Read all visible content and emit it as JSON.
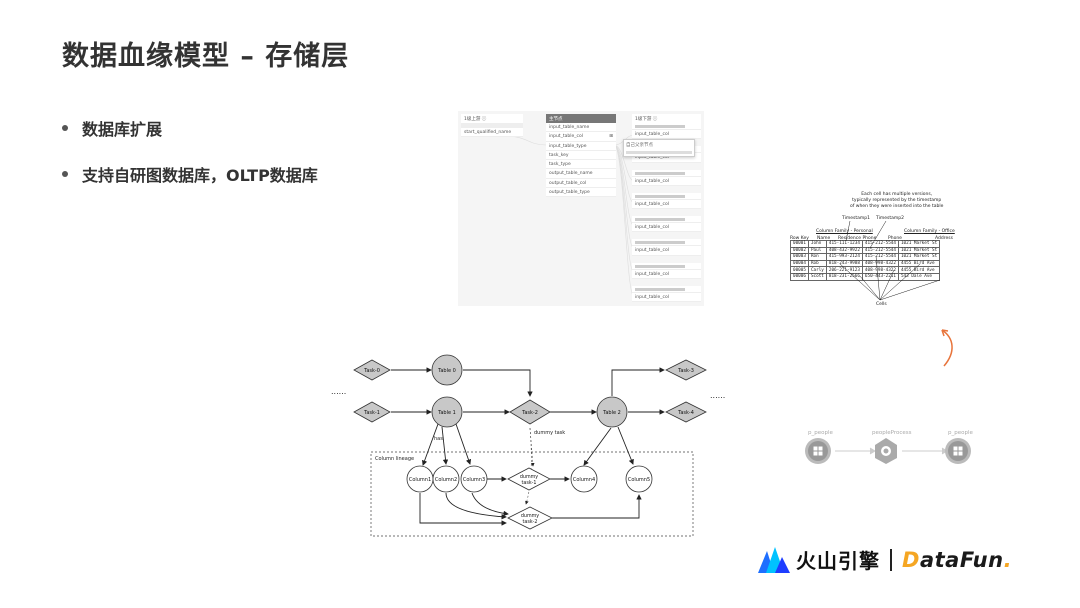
{
  "title": "数据血缘模型 – 存储层",
  "bullets": [
    "数据库扩展",
    "支持自研图数据库，OLTP数据库"
  ],
  "panel": {
    "left_col": {
      "header": "1级上游 ⓘ",
      "rows": [
        "start_qualified_name"
      ]
    },
    "center_col": {
      "header": "主节点",
      "rows": [
        "input_table_name",
        "input_table_col",
        "input_table_type",
        "task_key",
        "task_type",
        "output_table_name",
        "output_table_col",
        "output_table_type"
      ]
    },
    "right_col": {
      "header": "1级下游 ⓘ",
      "rows": [
        "input_table_col",
        "input_table_col",
        "input_table_col",
        "input_table_col",
        "input_table_col",
        "input_table_col",
        "input_table_col",
        "input_table_col"
      ],
      "tooltip": "自己父亲节点"
    }
  },
  "hbase": {
    "caption": "Each cell has multiple versions,\ntypically represented by the timestamp\nof when they were inserted into the table",
    "timestamp1": "Timestamp1",
    "timestamp2": "Timestamp2",
    "family1": "Column Family - Personal",
    "family2": "Column Family - Office",
    "headers": [
      "Row Key",
      "Name",
      "Residence Phone",
      "Phone",
      "Address"
    ],
    "rows": [
      [
        "00001",
        "John",
        "415-111-1234",
        "415-212-5544",
        "1021 Market St"
      ],
      [
        "00002",
        "Paul",
        "408-432-9922",
        "415-212-5544",
        "1021 Market St"
      ],
      [
        "00003",
        "Ron",
        "415-993-2124",
        "415-212-5544",
        "1021 Market St"
      ],
      [
        "00004",
        "Rob",
        "818-243-9988",
        "408-998-4322",
        "4455 Bird Ave"
      ],
      [
        "00005",
        "Carly",
        "206-221-9123",
        "408-998-4322",
        "4455 Bird Ave"
      ],
      [
        "00006",
        "Scott",
        "818-231-2566",
        "650-443-2211",
        "543 Dale Ave"
      ]
    ],
    "cells_label": "Cells"
  },
  "lineage": {
    "tasks": [
      "Task-0",
      "Task-1",
      "Task-2",
      "Task-3",
      "Task-4"
    ],
    "tables": [
      "Table 0",
      "Table 1",
      "Table 2"
    ],
    "columns": [
      "Column1",
      "Column2",
      "Column3",
      "Column4",
      "Column5"
    ],
    "dummy1": "dummy\ntask-1",
    "dummy2": "dummy\ntask-2",
    "dummy_label": "dummy task",
    "has_label": "has",
    "box_label": "Column lineage",
    "dots": "......"
  },
  "graph": {
    "labels": [
      "p_people",
      "peopleProcess",
      "p_people"
    ]
  },
  "footer": {
    "volc": "火山引擎",
    "df_prefix": "D",
    "df_rest": "ataFun",
    "df_dot": "."
  },
  "colors": {
    "arrow": "#e8743b",
    "node": "#c8c8c8",
    "title": "#333333"
  }
}
